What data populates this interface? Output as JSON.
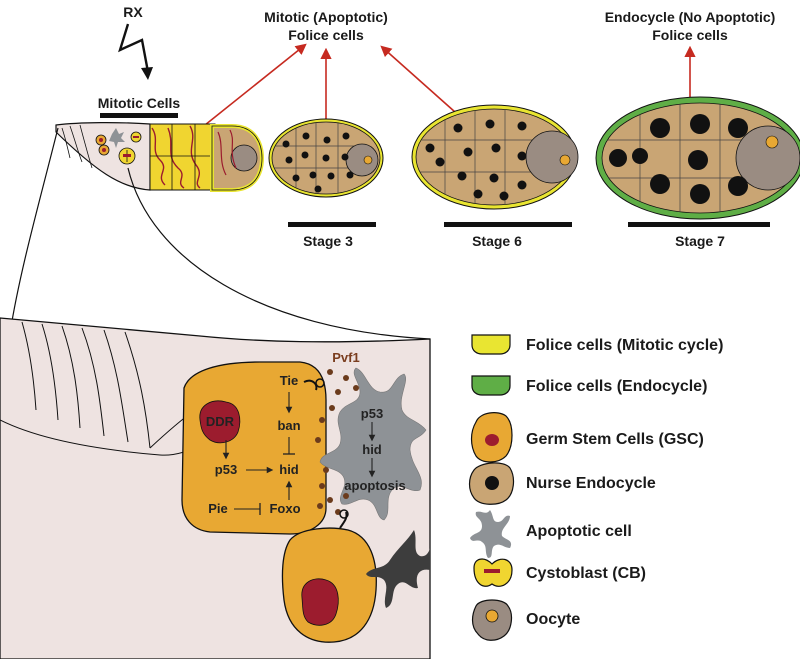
{
  "labels": {
    "rx": "RX",
    "mitotic_cells": "Mitotic Cells",
    "mitotic_header_line1": "Mitotic (Apoptotic)",
    "mitotic_header_line2": "Folice cells",
    "endocycle_header_line1": "Endocycle (No Apoptotic)",
    "endocycle_header_line2": "Folice cells",
    "stage3": "Stage 3",
    "stage6": "Stage 6",
    "stage7": "Stage 7",
    "pvf1": "Pvf1"
  },
  "gsc_pathway": {
    "ddr": "DDR",
    "tie": "Tie",
    "ban": "ban",
    "p53": "p53",
    "hid": "hid",
    "pie": "Pie",
    "foxo": "Foxo"
  },
  "apoptotic_pathway": {
    "p53": "p53",
    "hid": "hid",
    "apoptosis": "apoptosis"
  },
  "legend": [
    {
      "label": "Folice cells (Mitotic cycle)",
      "icon": "yellow-follicle-cell"
    },
    {
      "label": "Folice cells (Endocycle)",
      "icon": "green-follicle-cell"
    },
    {
      "label": "Germ Stem Cells (GSC)",
      "icon": "gsc-cell"
    },
    {
      "label": "Nurse Endocycle",
      "icon": "nurse-cell"
    },
    {
      "label": "Apoptotic cell",
      "icon": "apoptotic-cell"
    },
    {
      "label": "Cystoblast (CB)",
      "icon": "cystoblast-cell"
    },
    {
      "label": "Oocyte",
      "icon": "oocyte-cell"
    }
  ],
  "colors": {
    "follicle_mitotic": "#e9e531",
    "follicle_endocycle": "#5fae46",
    "gsc_orange": "#e8a833",
    "ddr_red": "#9c1c2e",
    "nurse_tan": "#c9a574",
    "apoptotic_gray": "#8e9296",
    "oocyte_gray": "#9a8c82",
    "arrow_red": "#c62a20",
    "tissue_pink": "#eee3e1"
  }
}
